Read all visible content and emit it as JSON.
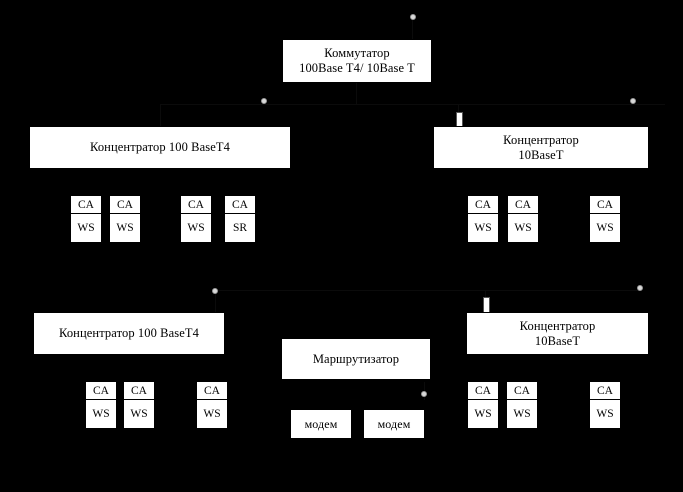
{
  "diagram": {
    "title": "Network topology diagram",
    "background_color": "#000000",
    "box_fill": "#ffffff",
    "box_border": "#000000",
    "handle_color": "#d8d8d8"
  },
  "switch": {
    "line1": "Коммутатор",
    "line2": "100Base T4/ 10Base T"
  },
  "hubs": [
    {
      "id": "hub-top-left",
      "line1": "Концентратор 100 BaseT4",
      "line2": ""
    },
    {
      "id": "hub-top-right",
      "line1": "Концентратор",
      "line2": "10BaseT"
    },
    {
      "id": "hub-bottom-left",
      "line1": "Концентратор 100 BaseT4",
      "line2": ""
    },
    {
      "id": "hub-bottom-right",
      "line1": "Концентратор",
      "line2": "10BaseT"
    }
  ],
  "router": {
    "label": "Маршрутизатор"
  },
  "modems": [
    {
      "label": "модем"
    },
    {
      "label": "модем"
    }
  ],
  "stations": {
    "top_left_group": [
      {
        "top": "CA",
        "bottom": "WS"
      },
      {
        "top": "CA",
        "bottom": "WS"
      },
      {
        "top": "CA",
        "bottom": "WS"
      },
      {
        "top": "CA",
        "bottom": "SR"
      }
    ],
    "top_right_group": [
      {
        "top": "CA",
        "bottom": "WS"
      },
      {
        "top": "CA",
        "bottom": "WS"
      },
      {
        "top": "CA",
        "bottom": "WS"
      }
    ],
    "bottom_left_group": [
      {
        "top": "CA",
        "bottom": "WS"
      },
      {
        "top": "CA",
        "bottom": "WS"
      },
      {
        "top": "CA",
        "bottom": "WS"
      }
    ],
    "bottom_right_group": [
      {
        "top": "CA",
        "bottom": "WS"
      },
      {
        "top": "CA",
        "bottom": "WS"
      },
      {
        "top": "CA",
        "bottom": "WS"
      }
    ]
  }
}
